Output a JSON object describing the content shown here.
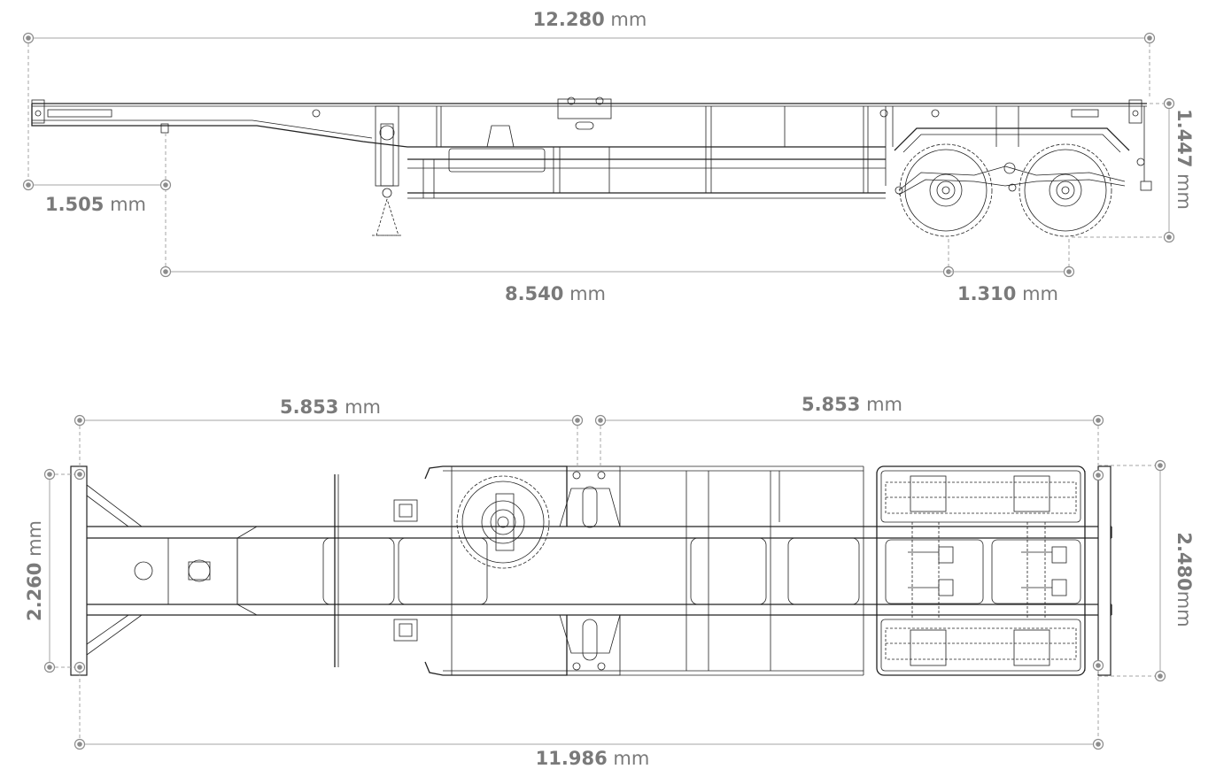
{
  "side_view": {
    "overall_length": {
      "value": "12.280",
      "unit": "mm"
    },
    "front_overhang": {
      "value": "1.505",
      "unit": "mm"
    },
    "kingpin_to_axle": {
      "value": "8.540",
      "unit": "mm"
    },
    "axle_spacing": {
      "value": "1.310",
      "unit": "mm"
    },
    "deck_height": {
      "value": "1.447",
      "unit": "mm"
    }
  },
  "top_view": {
    "front_half": {
      "value": "5.853",
      "unit": "mm"
    },
    "rear_half": {
      "value": "5.853",
      "unit": "mm"
    },
    "overall_length": {
      "value": "11.986",
      "unit": "mm"
    },
    "front_width": {
      "value": "2.260",
      "unit": "mm"
    },
    "overall_width": {
      "value": "2.480",
      "unit": "mm"
    }
  }
}
